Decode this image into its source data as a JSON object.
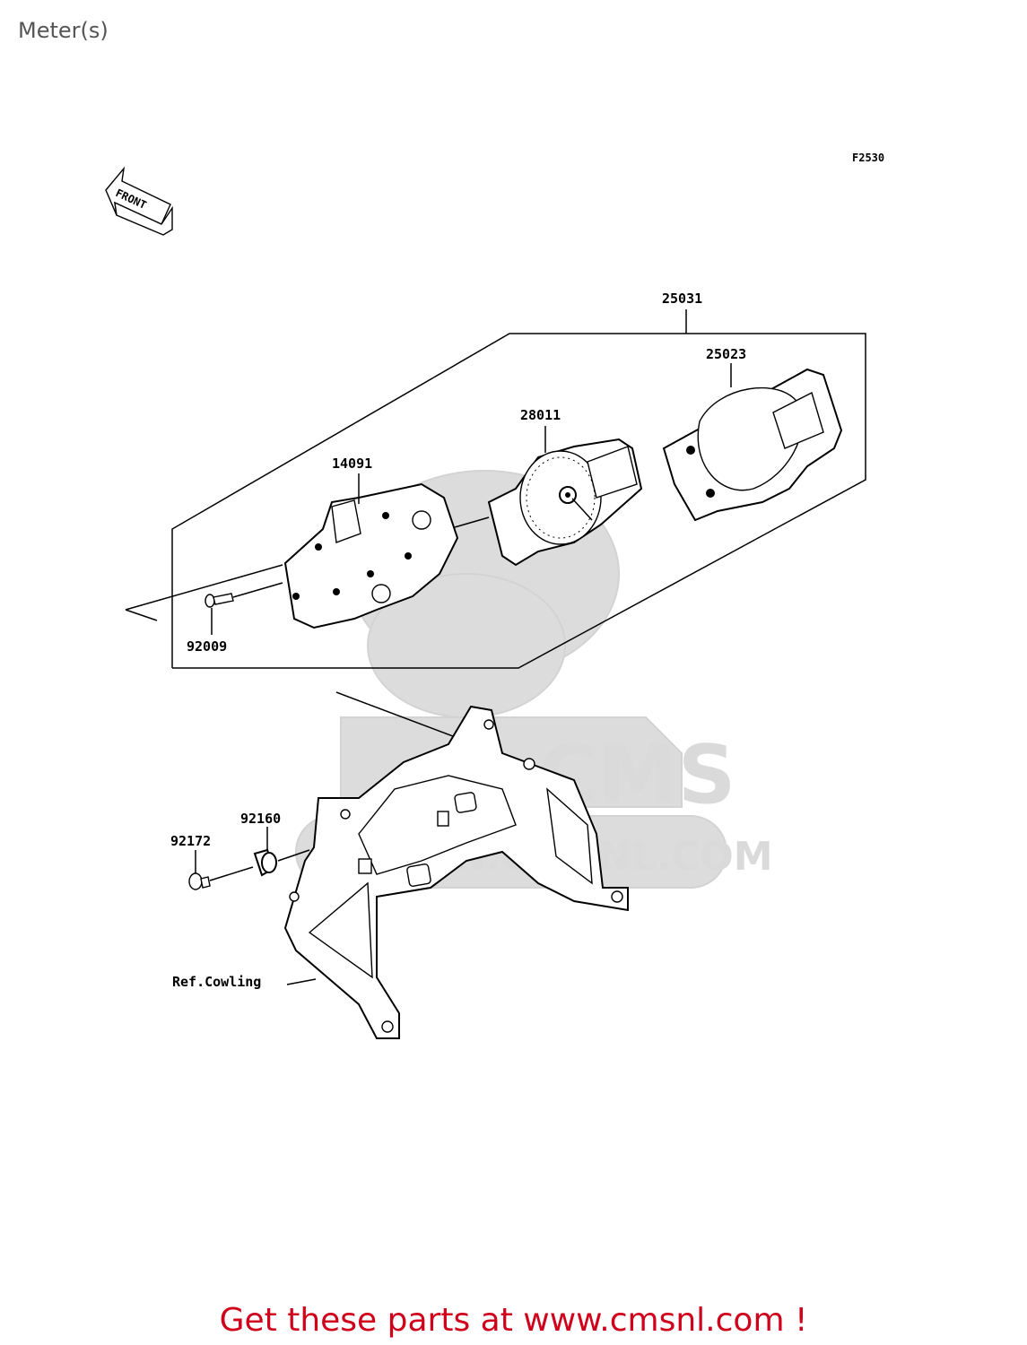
{
  "page": {
    "title": "Meter(s)",
    "figure_code": "F2530",
    "front_label": "FRONT",
    "promo_text": "Get these parts at www.cmsnl.com !"
  },
  "watermark": {
    "brand": "CMS",
    "url": "WWW.CMSNL.COM"
  },
  "parts": [
    {
      "number": "25031"
    },
    {
      "number": "25023"
    },
    {
      "number": "28011"
    },
    {
      "number": "14091"
    },
    {
      "number": "92009"
    },
    {
      "number": "92160"
    },
    {
      "number": "92172"
    },
    {
      "number": "Ref.Cowling"
    }
  ],
  "colors": {
    "promo": "#d0021b",
    "title": "#555555",
    "watermark": "#d9d9d9"
  }
}
